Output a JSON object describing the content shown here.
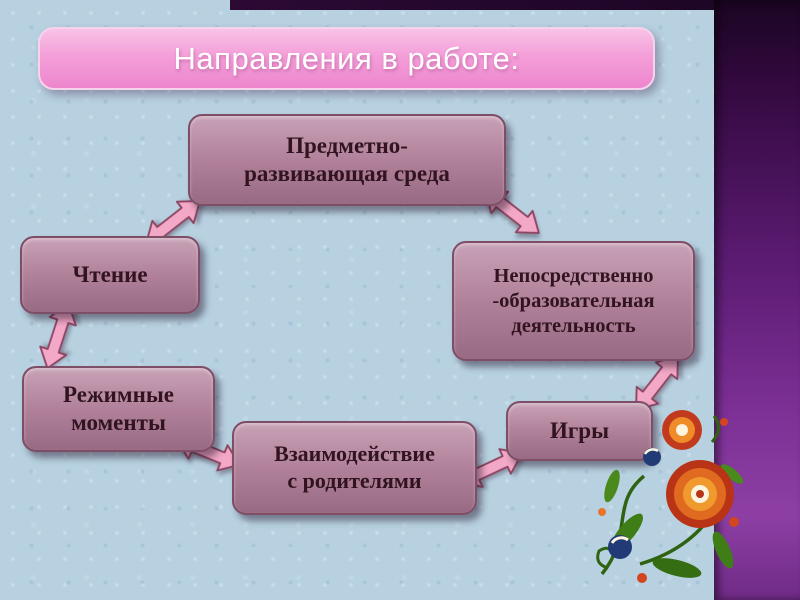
{
  "title": {
    "text": "Направления в работе:"
  },
  "nodes": {
    "subject_env": "Предметно-\nразвивающая среда",
    "reading": "Чтение",
    "edu_activity": "Непосредственно\n-образовательная\nдеятельность",
    "regime": "Режимные\nмоменты",
    "games": "Игры",
    "parents": "Взаимодействие\nс родителями"
  },
  "edges": [
    [
      "reading",
      "subject_env"
    ],
    [
      "subject_env",
      "edu_activity"
    ],
    [
      "edu_activity",
      "games"
    ],
    [
      "games",
      "parents"
    ],
    [
      "parents",
      "regime"
    ],
    [
      "regime",
      "reading"
    ]
  ],
  "colors": {
    "background": "#b7d1e1",
    "title_fill": "#f49fd9",
    "title_text": "#ffffff",
    "node_fill": "#b1819a",
    "node_border": "#7d4e66",
    "node_text": "#31141f",
    "arrow_fill": "#f2a8c6",
    "arrow_stroke": "#8e4663",
    "side_band": "#5d1c74"
  }
}
